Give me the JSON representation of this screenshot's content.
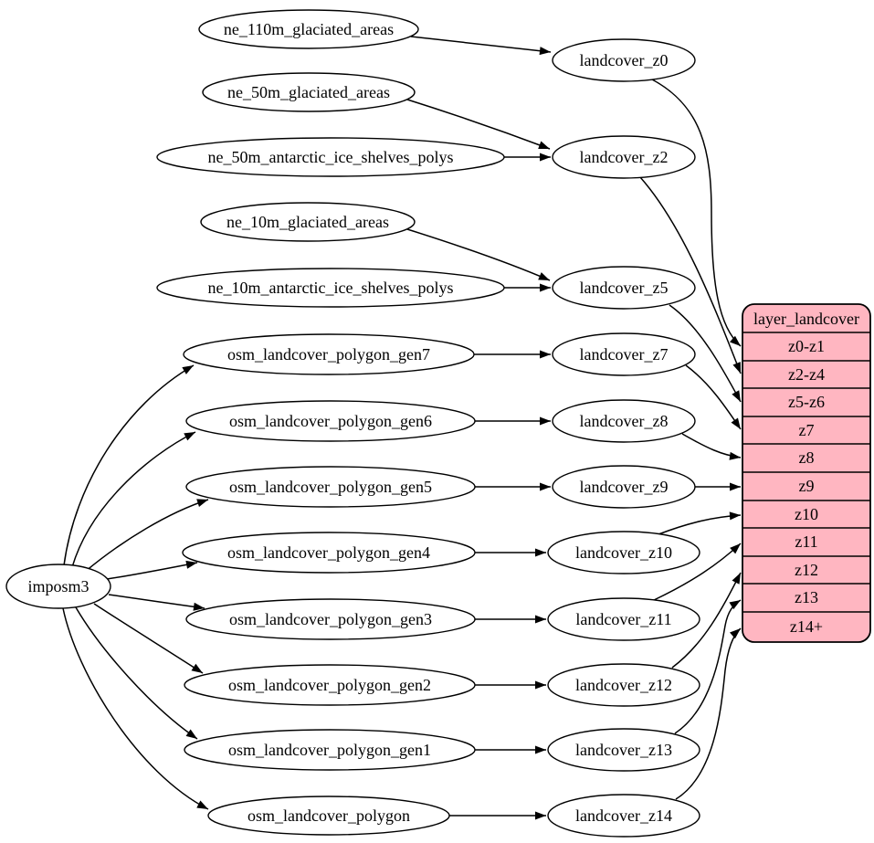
{
  "diagram": {
    "type": "dependency-graph",
    "style": "graphviz-digraph",
    "colors": {
      "background": "#ffffff",
      "node_fill": "#ffffff",
      "node_stroke": "#000000",
      "edge": "#000000",
      "text": "#000000",
      "table_fill": "#ffb6c1"
    },
    "nodes": {
      "imposm3": "imposm3",
      "ne_110m_glaciated_areas": "ne_110m_glaciated_areas",
      "ne_50m_glaciated_areas": "ne_50m_glaciated_areas",
      "ne_50m_antarctic_ice_shelves_polys": "ne_50m_antarctic_ice_shelves_polys",
      "ne_10m_glaciated_areas": "ne_10m_glaciated_areas",
      "ne_10m_antarctic_ice_shelves_polys": "ne_10m_antarctic_ice_shelves_polys",
      "osm_landcover_polygon_gen7": "osm_landcover_polygon_gen7",
      "osm_landcover_polygon_gen6": "osm_landcover_polygon_gen6",
      "osm_landcover_polygon_gen5": "osm_landcover_polygon_gen5",
      "osm_landcover_polygon_gen4": "osm_landcover_polygon_gen4",
      "osm_landcover_polygon_gen3": "osm_landcover_polygon_gen3",
      "osm_landcover_polygon_gen2": "osm_landcover_polygon_gen2",
      "osm_landcover_polygon_gen1": "osm_landcover_polygon_gen1",
      "osm_landcover_polygon": "osm_landcover_polygon",
      "landcover_z0": "landcover_z0",
      "landcover_z2": "landcover_z2",
      "landcover_z5": "landcover_z5",
      "landcover_z7": "landcover_z7",
      "landcover_z8": "landcover_z8",
      "landcover_z9": "landcover_z9",
      "landcover_z10": "landcover_z10",
      "landcover_z11": "landcover_z11",
      "landcover_z12": "landcover_z12",
      "landcover_z13": "landcover_z13",
      "landcover_z14": "landcover_z14"
    },
    "table": {
      "title": "layer_landcover",
      "rows": [
        "z0-z1",
        "z2-z4",
        "z5-z6",
        "z7",
        "z8",
        "z9",
        "z10",
        "z11",
        "z12",
        "z13",
        "z14+"
      ]
    },
    "edges": [
      {
        "from": "imposm3",
        "to": "osm_landcover_polygon_gen7"
      },
      {
        "from": "imposm3",
        "to": "osm_landcover_polygon_gen6"
      },
      {
        "from": "imposm3",
        "to": "osm_landcover_polygon_gen5"
      },
      {
        "from": "imposm3",
        "to": "osm_landcover_polygon_gen4"
      },
      {
        "from": "imposm3",
        "to": "osm_landcover_polygon_gen3"
      },
      {
        "from": "imposm3",
        "to": "osm_landcover_polygon_gen2"
      },
      {
        "from": "imposm3",
        "to": "osm_landcover_polygon_gen1"
      },
      {
        "from": "imposm3",
        "to": "osm_landcover_polygon"
      },
      {
        "from": "ne_110m_glaciated_areas",
        "to": "landcover_z0"
      },
      {
        "from": "ne_50m_glaciated_areas",
        "to": "landcover_z2"
      },
      {
        "from": "ne_50m_antarctic_ice_shelves_polys",
        "to": "landcover_z2"
      },
      {
        "from": "ne_10m_glaciated_areas",
        "to": "landcover_z5"
      },
      {
        "from": "ne_10m_antarctic_ice_shelves_polys",
        "to": "landcover_z5"
      },
      {
        "from": "osm_landcover_polygon_gen7",
        "to": "landcover_z7"
      },
      {
        "from": "osm_landcover_polygon_gen6",
        "to": "landcover_z8"
      },
      {
        "from": "osm_landcover_polygon_gen5",
        "to": "landcover_z9"
      },
      {
        "from": "osm_landcover_polygon_gen4",
        "to": "landcover_z10"
      },
      {
        "from": "osm_landcover_polygon_gen3",
        "to": "landcover_z11"
      },
      {
        "from": "osm_landcover_polygon_gen2",
        "to": "landcover_z12"
      },
      {
        "from": "osm_landcover_polygon_gen1",
        "to": "landcover_z13"
      },
      {
        "from": "osm_landcover_polygon",
        "to": "landcover_z14"
      },
      {
        "from": "landcover_z0",
        "to": "layer_landcover.z0-z1"
      },
      {
        "from": "landcover_z2",
        "to": "layer_landcover.z2-z4"
      },
      {
        "from": "landcover_z5",
        "to": "layer_landcover.z5-z6"
      },
      {
        "from": "landcover_z7",
        "to": "layer_landcover.z7"
      },
      {
        "from": "landcover_z8",
        "to": "layer_landcover.z8"
      },
      {
        "from": "landcover_z9",
        "to": "layer_landcover.z9"
      },
      {
        "from": "landcover_z10",
        "to": "layer_landcover.z10"
      },
      {
        "from": "landcover_z11",
        "to": "layer_landcover.z11"
      },
      {
        "from": "landcover_z12",
        "to": "layer_landcover.z12"
      },
      {
        "from": "landcover_z13",
        "to": "layer_landcover.z13"
      },
      {
        "from": "landcover_z14",
        "to": "layer_landcover.z14+"
      }
    ]
  }
}
